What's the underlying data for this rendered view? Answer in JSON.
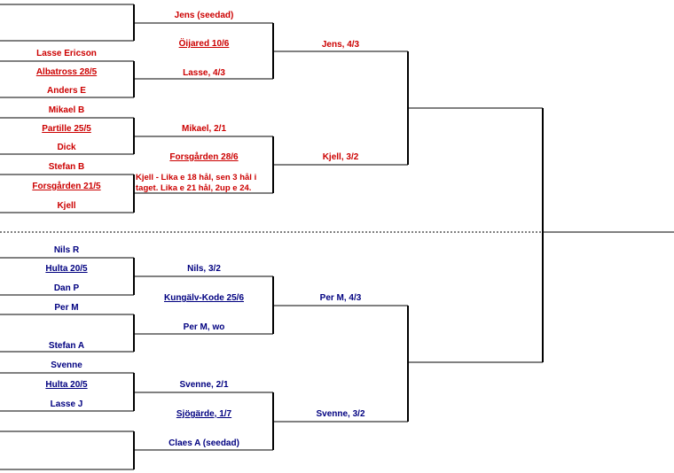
{
  "colors": {
    "top_half": "#cc0000",
    "bottom_half": "#000080",
    "lines": "#000000"
  },
  "top_half": {
    "round1": [
      {
        "player_top": "",
        "venue": "",
        "player_bottom": ""
      },
      {
        "player_top": "Lasse Ericson",
        "venue": "Albatross 28/5",
        "player_bottom": "Anders E"
      },
      {
        "player_top": "Mikael B",
        "venue": "Partille 25/5",
        "player_bottom": "Dick"
      },
      {
        "player_top": "Stefan B",
        "venue": "Forsgården 21/5",
        "player_bottom": "Kjell"
      }
    ],
    "round2": [
      {
        "winner_top": "Jens (seedad)",
        "venue": "Öijared 10/6",
        "winner_bottom": "Lasse, 4/3"
      },
      {
        "winner_top": "Mikael, 2/1",
        "venue": "Forsgården 28/6",
        "note": "Kjell - Lika e 18 hål, sen 3 hål i taget. Lika e 21 hål, 2up e 24."
      }
    ],
    "round3": {
      "winner_top": "Jens, 4/3",
      "winner_bottom": "Kjell, 3/2"
    }
  },
  "bottom_half": {
    "round1": [
      {
        "player_top": "Nils R",
        "venue": "Hulta 20/5",
        "player_bottom": "Dan P"
      },
      {
        "player_top": "Per M",
        "venue": "",
        "player_bottom": "Stefan A"
      },
      {
        "player_top": "Svenne",
        "venue": "Hulta 20/5",
        "player_bottom": "Lasse J"
      },
      {
        "player_top": "",
        "venue": "",
        "player_bottom": ""
      }
    ],
    "round2": [
      {
        "winner_top": "Nils, 3/2",
        "venue": "Kungälv-Kode 25/6",
        "winner_bottom": "Per M, wo"
      },
      {
        "winner_top": "Svenne, 2/1",
        "venue": "Sjögärde, 1/7",
        "winner_bottom": "Claes A (seedad)"
      }
    ],
    "round3": {
      "winner_top": "Per M, 4/3",
      "winner_bottom": "Svenne, 3/2"
    }
  }
}
